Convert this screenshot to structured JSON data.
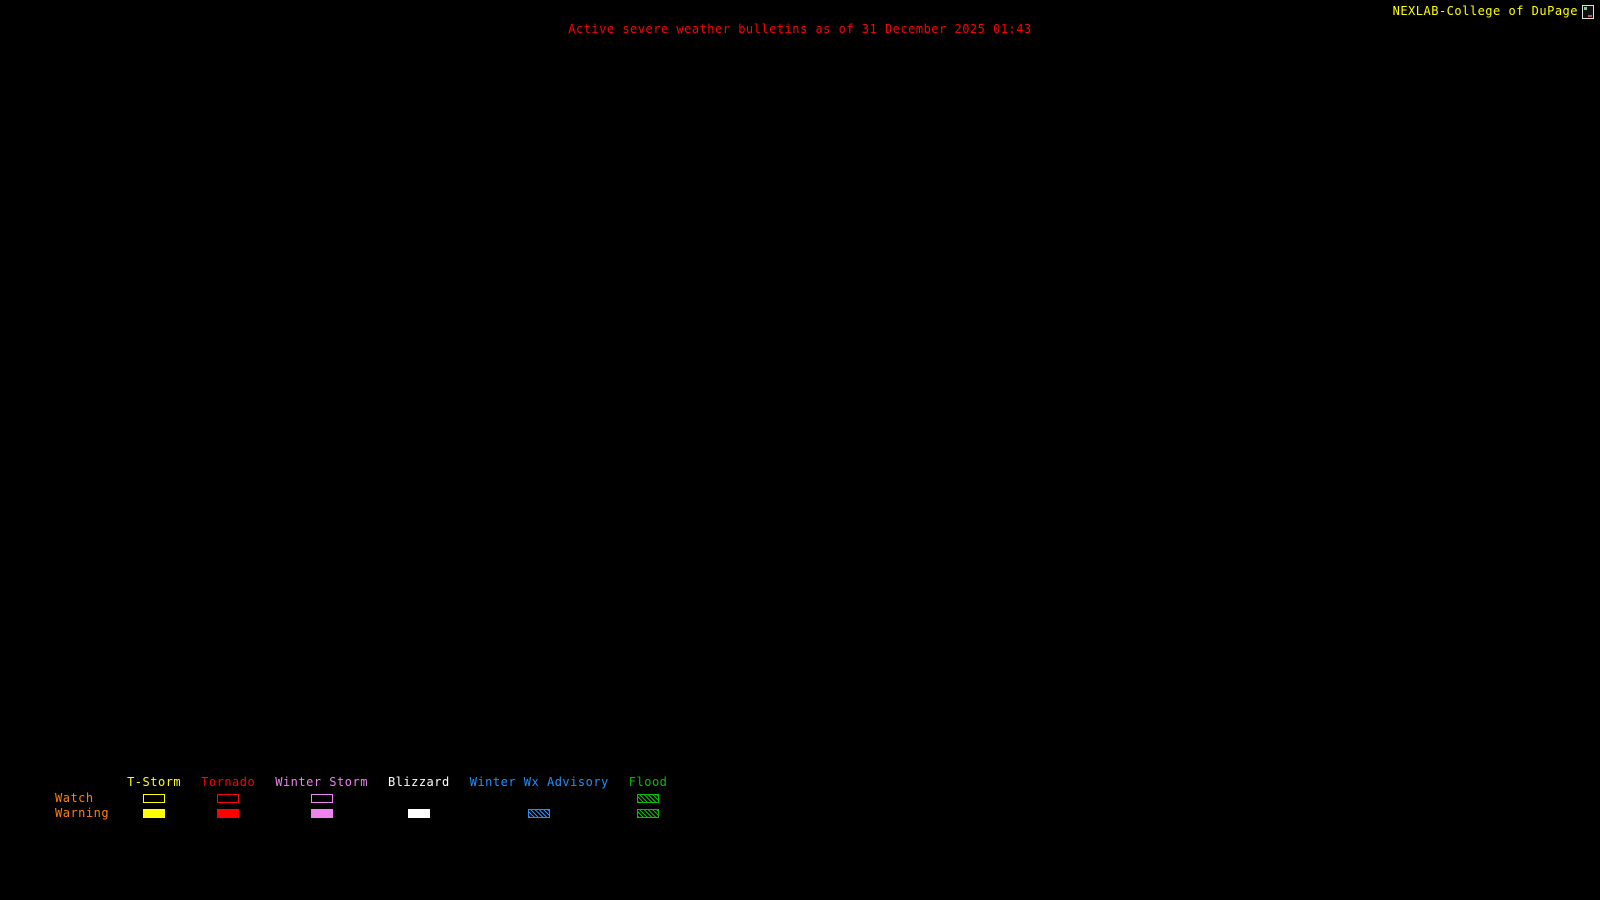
{
  "header": {
    "brand": "NEXLAB-College of DuPage",
    "title": "Active severe weather bulletins as of 31 December 2025 01:43"
  },
  "colors": {
    "background": "#000000",
    "title": "#ff0000",
    "brand": "#ffff00",
    "row_label": "#ff8000"
  },
  "legend": {
    "watch_label": "Watch",
    "warning_label": "Warning",
    "columns": [
      {
        "label": "T-Storm",
        "color": "#ffff00",
        "watch": "outline",
        "warning": "filled"
      },
      {
        "label": "Tornado",
        "color": "#ff0000",
        "watch": "outline",
        "warning": "filled"
      },
      {
        "label": "Winter Storm",
        "color": "#ee82ee",
        "watch": "outline",
        "warning": "filled"
      },
      {
        "label": "Blizzard",
        "color": "#ffffff",
        "watch": "none",
        "warning": "filled"
      },
      {
        "label": "Winter Wx Advisory",
        "color": "#1e90ff",
        "watch": "none",
        "warning": "hatch"
      },
      {
        "label": "Flood",
        "color": "#00c000",
        "watch": "hatch",
        "warning": "hatch"
      }
    ]
  }
}
